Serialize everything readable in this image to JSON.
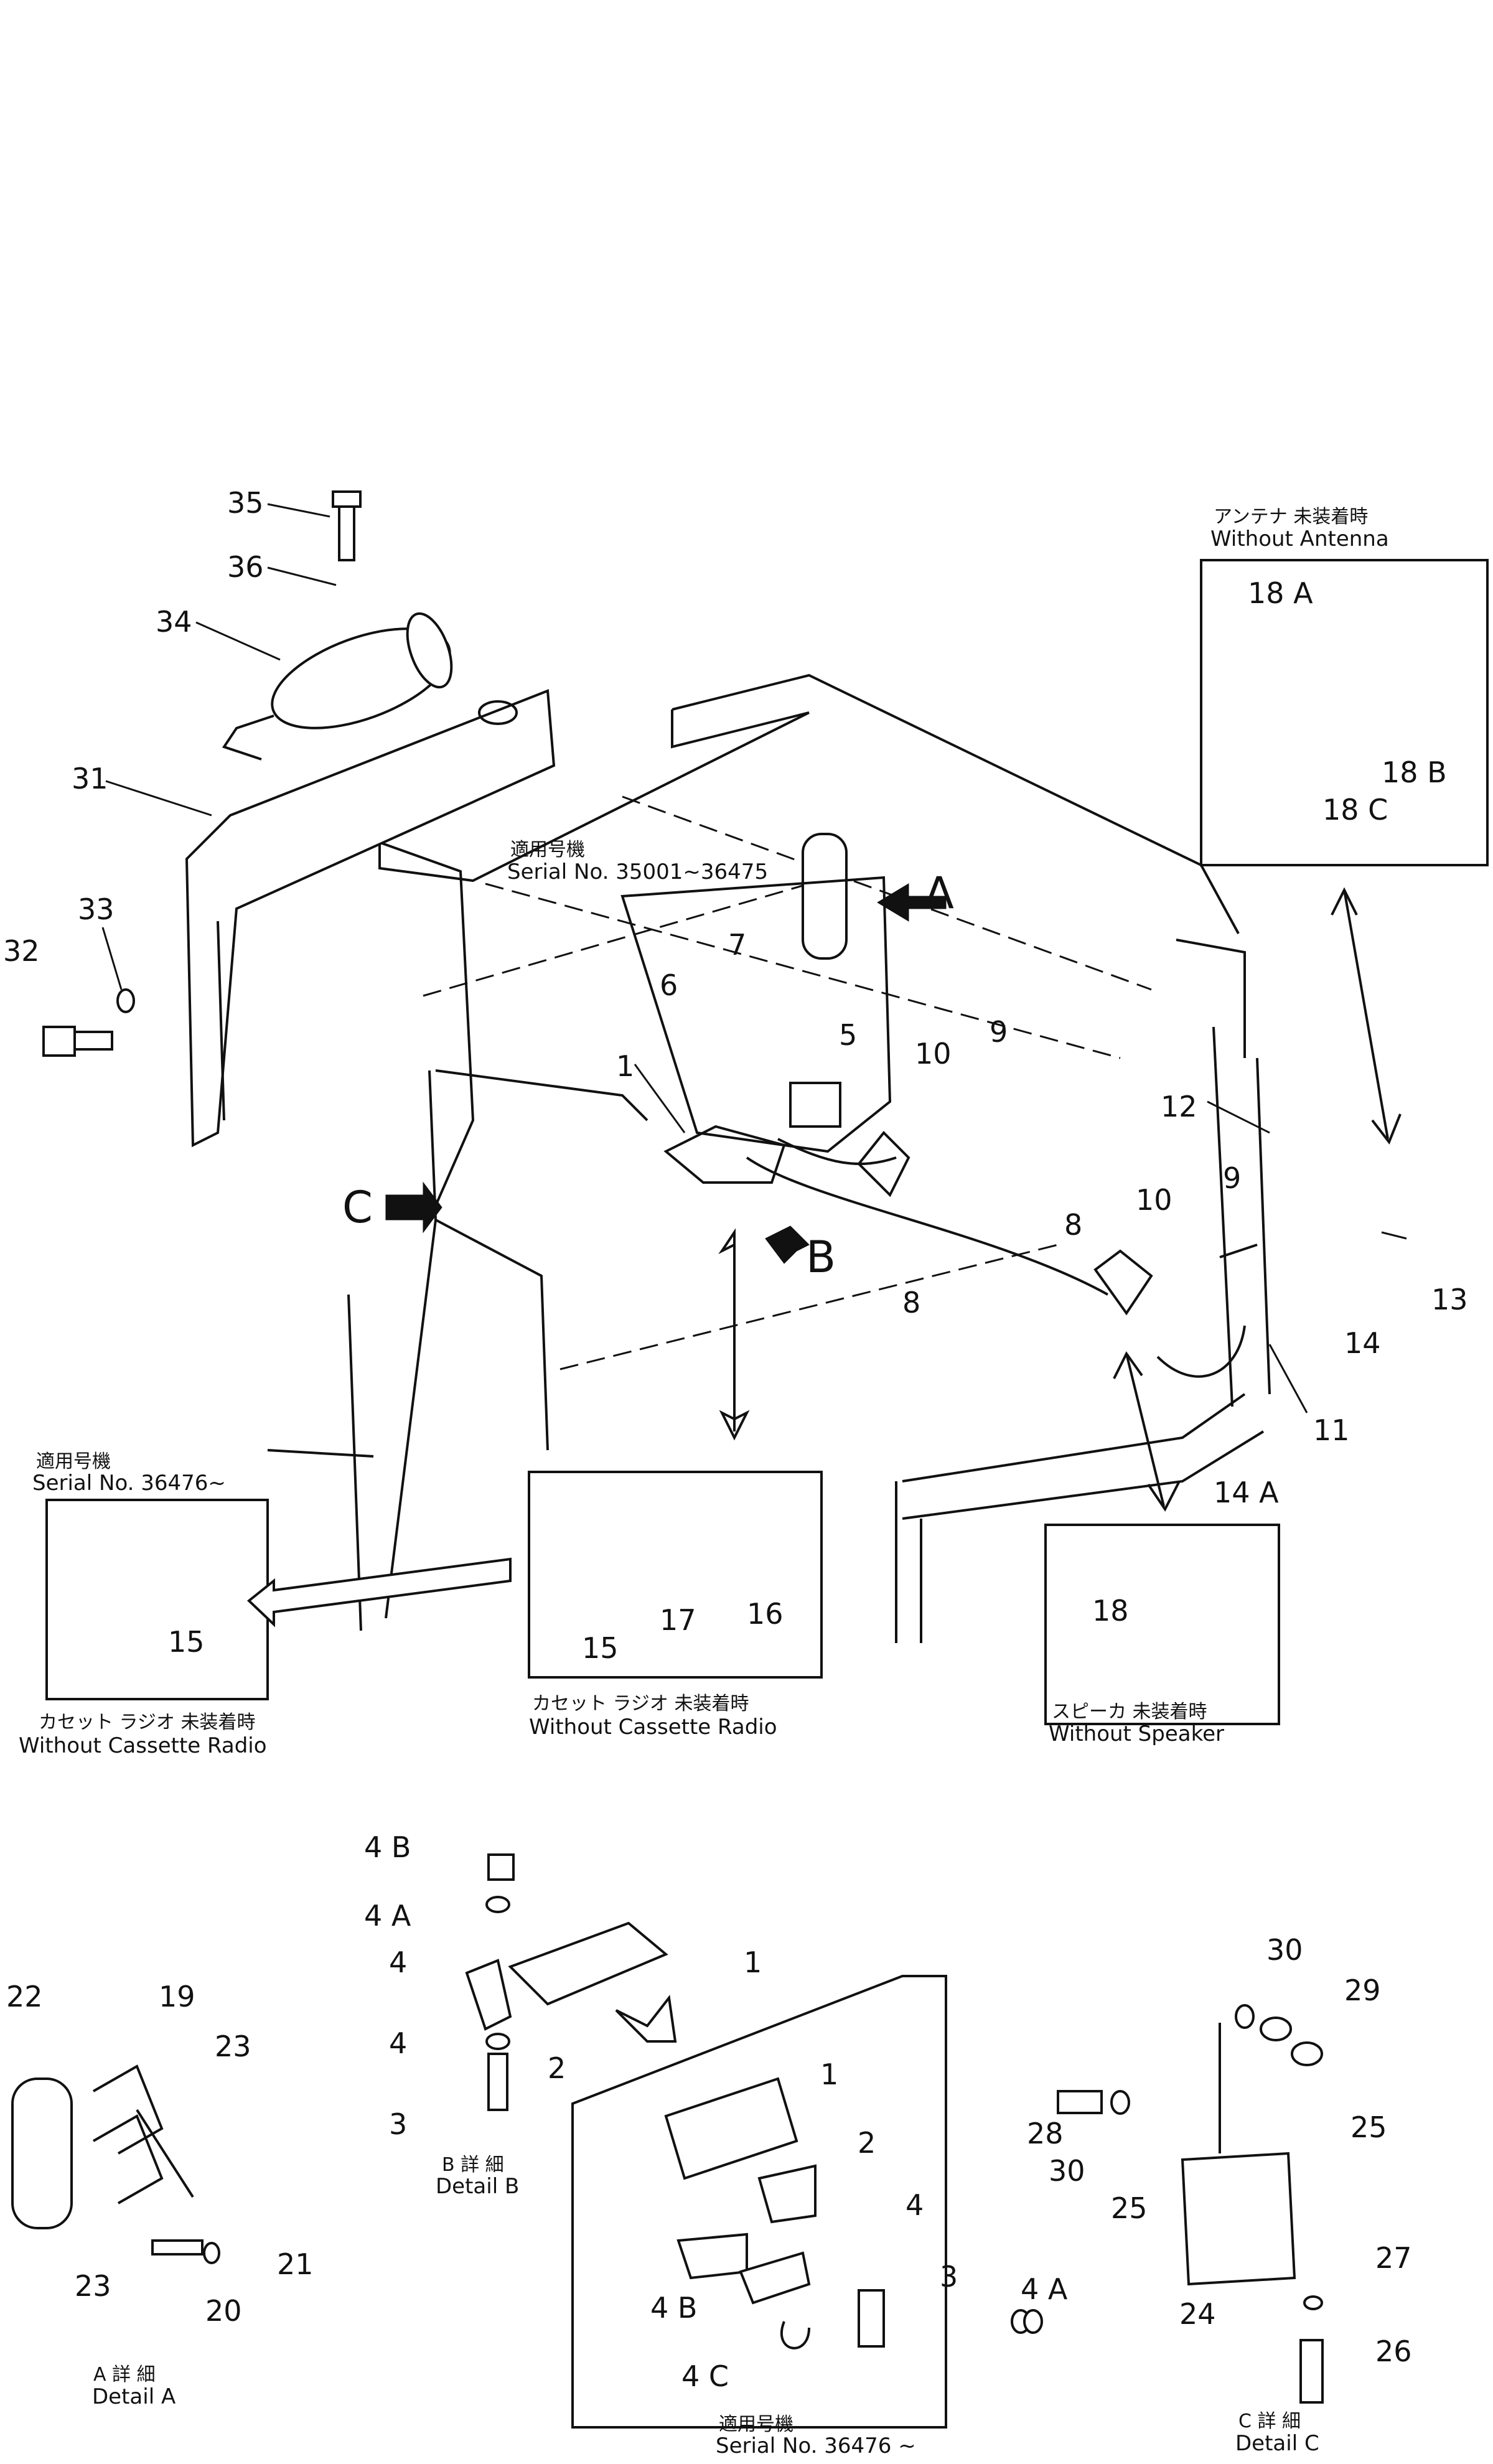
{
  "notes": {
    "serial_top_jp": "適用号機",
    "serial_top_en": "Serial No. 35001~36475",
    "serial_left_jp": "適用号機",
    "serial_left_en": "Serial No. 36476~",
    "serial_bottom_jp": "適用号機",
    "serial_bottom_en": "Serial No. 36476 ~",
    "without_antenna_jp": "アンテナ 未装着時",
    "without_antenna_en": "Without Antenna",
    "without_cassette_left_jp": "カセット ラジオ 未装着時",
    "without_cassette_left_en": "Without Cassette Radio",
    "without_cassette_mid_jp": "カセット ラジオ 未装着時",
    "without_cassette_mid_en": "Without Cassette Radio",
    "without_speaker_jp": "スピーカ 未装着時",
    "without_speaker_en": "Without Speaker",
    "detail_a_jp": "A 詳 細",
    "detail_a_en": "Detail A",
    "detail_b_jp": "B 詳 細",
    "detail_b_en": "Detail B",
    "detail_c_jp": "C 詳 細",
    "detail_c_en": "Detail C"
  },
  "view_markers": {
    "a": "A",
    "b": "B",
    "c": "C"
  },
  "callouts": {
    "n1": "1",
    "n5": "5",
    "n6": "6",
    "n7": "7",
    "n8a": "8",
    "n8b": "8",
    "n9a": "9",
    "n9b": "9",
    "n10a": "10",
    "n10b": "10",
    "n11": "11",
    "n12": "12",
    "n13": "13",
    "n14": "14",
    "n14a": "14 A",
    "n15a": "15",
    "n15b": "15",
    "n16": "16",
    "n17": "17",
    "n18": "18",
    "n18a": "18 A",
    "n18b": "18 B",
    "n18c": "18 C",
    "n31": "31",
    "n32": "32",
    "n33": "33",
    "n34": "34",
    "n35": "35",
    "n36": "36",
    "b4b": "4 B",
    "b4a": "4 A",
    "b4": "4",
    "b4c": "4",
    "b3": "3",
    "b2": "2",
    "b1": "1",
    "s1": "1",
    "s2": "2",
    "s3": "3",
    "s4": "4",
    "s4a": "4 A",
    "s4b": "4 B",
    "s4c": "4 C",
    "a19": "19",
    "a20": "20",
    "a21": "21",
    "a22": "22",
    "a23a": "23",
    "a23b": "23",
    "c24": "24",
    "c25a": "25",
    "c25b": "25",
    "c26": "26",
    "c27": "27",
    "c28": "28",
    "c29": "29",
    "c30a": "30",
    "c30b": "30"
  }
}
